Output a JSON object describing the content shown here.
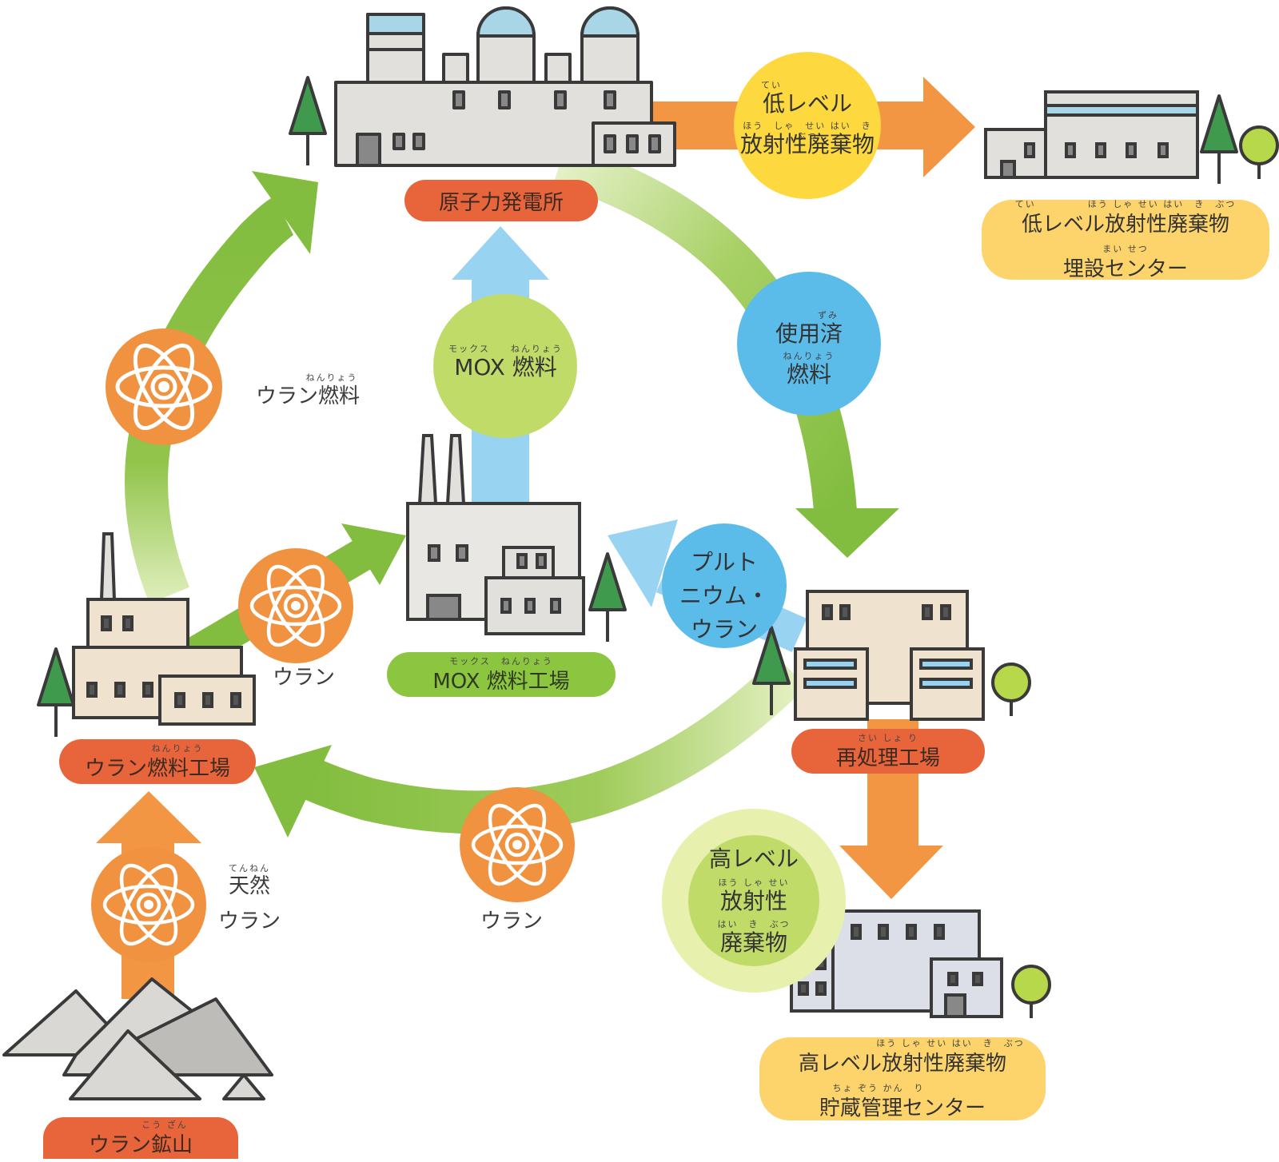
{
  "nodes": {
    "power_plant": "原子力発電所",
    "mox_plant_ruby": "モックス　ねんりょう",
    "mox_plant": "MOX 燃料工場",
    "uranium_fuel_plant_ruby": "ねんりょう",
    "uranium_fuel_plant": "ウラン燃料工場",
    "reprocessing_ruby": "さい しょ り",
    "reprocessing": "再処理工場",
    "uranium_mine_ruby": "こう ざん",
    "uranium_mine": "ウラン鉱山",
    "low_center_ruby1": "てい　　　　　ほう しゃ せい はい　き　ぶつ",
    "low_center_line1": "低レベル放射性廃棄物",
    "low_center_ruby2": "まい せつ",
    "low_center_line2": "埋設センター",
    "high_center_ruby1": "ほう しゃ せい はい　き　ぶつ",
    "high_center_line1": "高レベル放射性廃棄物",
    "high_center_ruby2": "ちょ ぞう かん　り",
    "high_center_line2": "貯蔵管理センター"
  },
  "bubbles": {
    "low_waste_ruby1": "てい",
    "low_waste_line1": "低レベル",
    "low_waste_ruby2": "ほう　しゃ　せい はい　き　ぶつ",
    "low_waste_line2": "放射性廃棄物",
    "spent_ruby1": "ずみ",
    "spent_line1": "使用済",
    "spent_ruby2": "ねんりょう",
    "spent_line2": "燃料",
    "mox_ruby": "モックス　　ねんりょう",
    "mox_fuel": "MOX 燃料",
    "pu_line1": "プルト",
    "pu_line2": "ニウム・",
    "pu_line3": "ウラン",
    "high_line1": "高レベル",
    "high_ruby2": "ほう しゃ せい",
    "high_line2": "放射性",
    "high_ruby3": "はい　き　ぶつ",
    "high_line3": "廃棄物"
  },
  "labels": {
    "uranium_fuel_ruby": "ねんりょう",
    "uranium_fuel": "ウラン燃料",
    "uranium_a": "ウラン",
    "uranium_b": "ウラン",
    "natural_ruby": "てんねん",
    "natural_line1": "天然",
    "natural_line2": "ウラン"
  },
  "colors": {
    "green": "#82bd3f",
    "light_green": "#c8df8a",
    "orange": "#f29644",
    "red_orange": "#e8643a",
    "blue": "#5bbbe9",
    "light_blue": "#98d4f2",
    "yellow": "#fdd83e",
    "pale_yellow": "#fdd36b",
    "atom_orange": "#f0923f",
    "tree": "#3f9a4d",
    "building_grey": "#e1e0dc",
    "building_beige": "#efe3cf",
    "outline": "#3a3a3a"
  }
}
